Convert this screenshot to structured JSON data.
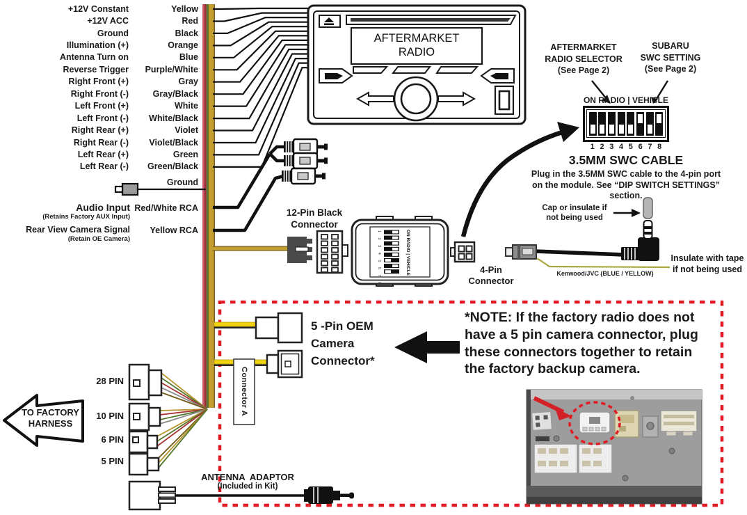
{
  "wire_list": {
    "rows": [
      {
        "fn": "+12V Constant",
        "color": "Yellow"
      },
      {
        "fn": "+12V ACC",
        "color": "Red"
      },
      {
        "fn": "Ground",
        "color": "Black"
      },
      {
        "fn": "Illumination (+)",
        "color": "Orange"
      },
      {
        "fn": "Antenna Turn on",
        "color": "Blue"
      },
      {
        "fn": "Reverse Trigger",
        "color": "Purple/White"
      },
      {
        "fn": "Right Front (+)",
        "color": "Gray"
      },
      {
        "fn": "Right Front (-)",
        "color": "Gray/Black"
      },
      {
        "fn": "Left Front (+)",
        "color": "White"
      },
      {
        "fn": "Left Front (-)",
        "color": "White/Black"
      },
      {
        "fn": "Right Rear (+)",
        "color": "Violet"
      },
      {
        "fn": "Right Rear (-)",
        "color": "Violet/Black"
      },
      {
        "fn": "Left Rear (+)",
        "color": "Green"
      },
      {
        "fn": "Left Rear (-)",
        "color": "Green/Black"
      }
    ],
    "ground_label": "Ground",
    "audio_input_label": "Audio Input",
    "audio_input_sub": "(Retains Factory AUX Input)",
    "audio_input_color": "Red/White RCA",
    "camera_label": "Rear View Camera Signal",
    "camera_sub": "(Retain OE Camera)",
    "camera_color": "Yellow RCA"
  },
  "radio": {
    "display": "AFTERMARKET RADIO"
  },
  "swc": {
    "selector_note": "AFTERMARKET\nRADIO SELECTOR\n(See Page 2)",
    "subaru_note": "SUBARU\nSWC SETTING\n(See Page 2)",
    "dip_header": "ON RADIO | VEHICLE",
    "dip_numbers": [
      "1",
      "2",
      "3",
      "4",
      "5",
      "6",
      "7",
      "8"
    ],
    "dip_states": [
      "down",
      "down",
      "down",
      "down",
      "down",
      "up",
      "down",
      "up"
    ],
    "cable_title": "3.5MM SWC CABLE",
    "cable_instructions": "Plug in the 3.5MM SWC cable to the 4-pin port\non the module. See “DIP SWITCH SETTINGS” section.",
    "cap_note": "Cap or insulate if\nnot being used",
    "insulate_note": "Insulate with tape\nif not being used",
    "kenwood_note": "Kenwood/JVC (BLUE / YELLOW)"
  },
  "connectors": {
    "twelve_pin": "12-Pin Black\nConnector",
    "four_pin": "4-Pin\nConnector",
    "five_pin_oem": "5 -Pin OEM\nCamera\nConnector*",
    "connector_a": "Connector A",
    "pin_labels": [
      "28 PIN",
      "10 PIN",
      "6 PIN",
      "5 PIN"
    ],
    "factory_harness": "TO FACTORY\nHARNESS",
    "antenna_title": "ANTENNA  ADAPTOR",
    "antenna_sub": "(Included in Kit)"
  },
  "note": {
    "prefix": "*NOTE:",
    "line1": " If the factory radio does not",
    "line2": "have a 5 pin camera connector, plug",
    "line3": "these connectors together to retain",
    "line4": "the factory backup camera."
  },
  "colors": {
    "dashed_red": "#e01b24",
    "wire_gold": "#c49f2e",
    "wire_green": "#5f7030",
    "wire_red": "#9c3038",
    "wire_pink": "#cf5a6a",
    "wire_yellow": "#f2d411",
    "kenwood_wire": "#a8a83c"
  }
}
